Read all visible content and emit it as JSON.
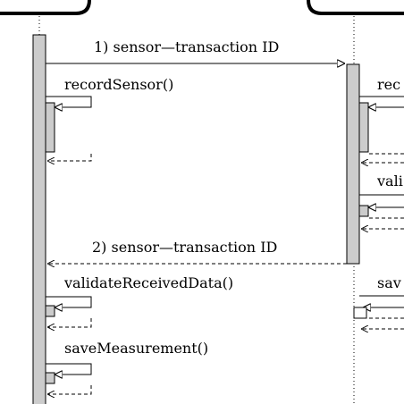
{
  "messages": {
    "m1": "1) sensor—transaction ID",
    "m2": "2) sensor—transaction ID",
    "record_sensor": "recordSensor()",
    "validate_received_data": "validateReceivedData()",
    "save_measurement": "saveMeasurement()"
  },
  "right_truncated": {
    "rec": "rec",
    "vali": "vali",
    "sav": "sav"
  }
}
